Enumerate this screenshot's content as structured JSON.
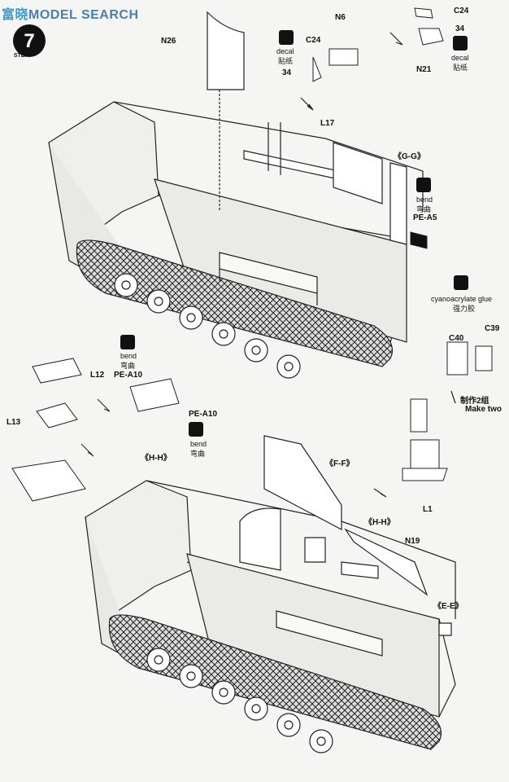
{
  "watermark": {
    "brand": "富晓",
    "site": "MODEL SEARCH"
  },
  "step": {
    "number": "7",
    "label": "STEP"
  },
  "icons": {
    "decal": "decal-icon",
    "bend": "bend-icon",
    "glue": "glue-drop-icon"
  },
  "labels": {
    "N26": "N26",
    "N6": "N6",
    "C24a": "C24",
    "C24b": "C24",
    "n34a": "34",
    "n34b": "34",
    "N21": "N21",
    "decal_en": "decal",
    "decal_cn": "贴纸",
    "decal2_en": "decal",
    "decal2_cn": "贴纸",
    "L17": "L17",
    "GG": "《G-G》",
    "bend_en": "bend",
    "bend_cn": "弯曲",
    "PEA5": "PE-A5",
    "glue_en": "cyanoacrylate glue",
    "glue_cn": "强力胶",
    "C40": "C40",
    "C39": "C39",
    "make_cn": "制作2组",
    "make_en": "Make two",
    "L12": "L12",
    "L13": "L13",
    "bend2_en": "bend",
    "bend2_cn": "弯曲",
    "PEA10a": "PE-A10",
    "PEA10b": "PE-A10",
    "bend3_en": "bend",
    "bend3_cn": "弯曲",
    "HH1": "《H-H》",
    "L1": "L1",
    "FF": "《F-F》",
    "HH2": "《H-H》",
    "N19": "N19",
    "EE": "《E-E》"
  }
}
